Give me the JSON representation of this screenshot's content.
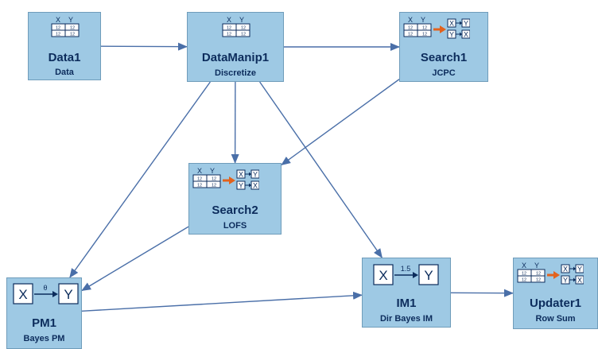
{
  "nodes": [
    {
      "id": "data1",
      "title": "Data1",
      "subtitle": "Data",
      "icon": "data-table-icon"
    },
    {
      "id": "datamanip1",
      "title": "DataManip1",
      "subtitle": "Discretize",
      "icon": "data-table-icon"
    },
    {
      "id": "search1",
      "title": "Search1",
      "subtitle": "JCPC",
      "icon": "search-graph-icon"
    },
    {
      "id": "search2",
      "title": "Search2",
      "subtitle": "LOFS",
      "icon": "search-graph-icon"
    },
    {
      "id": "pm1",
      "title": "PM1",
      "subtitle": "Bayes PM",
      "icon": "pm-xy-icon",
      "icon_label": "θ",
      "x_label": "X",
      "y_label": "Y"
    },
    {
      "id": "im1",
      "title": "IM1",
      "subtitle": "Dir Bayes IM",
      "icon": "im-xy-icon",
      "icon_label": "1.5",
      "x_label": "X",
      "y_label": "Y"
    },
    {
      "id": "updater1",
      "title": "Updater1",
      "subtitle": "Row Sum",
      "icon": "search-graph-icon"
    }
  ],
  "edges": [
    {
      "from": "data1",
      "to": "datamanip1"
    },
    {
      "from": "datamanip1",
      "to": "search1"
    },
    {
      "from": "datamanip1",
      "to": "search2"
    },
    {
      "from": "datamanip1",
      "to": "pm1"
    },
    {
      "from": "datamanip1",
      "to": "im1"
    },
    {
      "from": "search1",
      "to": "search2"
    },
    {
      "from": "search2",
      "to": "pm1"
    },
    {
      "from": "pm1",
      "to": "im1"
    },
    {
      "from": "im1",
      "to": "updater1"
    }
  ],
  "icon_text": {
    "x": "X",
    "y": "Y",
    "cell": "12"
  },
  "colors": {
    "node_fill": "#9ec9e4",
    "node_border": "#6f9cba",
    "edge": "#4a6fa8",
    "text": "#0c2c5c",
    "orange_arrow": "#e2621d"
  }
}
